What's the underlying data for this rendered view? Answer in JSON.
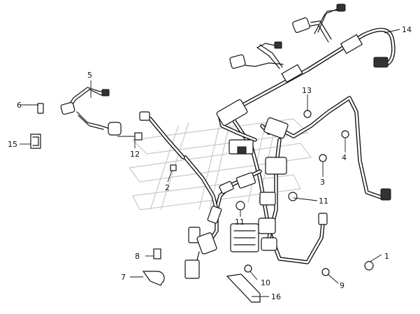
{
  "callouts": [
    {
      "id": "1",
      "label": "1"
    },
    {
      "id": "2",
      "label": "2"
    },
    {
      "id": "3",
      "label": "3"
    },
    {
      "id": "4",
      "label": "4"
    },
    {
      "id": "5",
      "label": "5"
    },
    {
      "id": "6",
      "label": "6"
    },
    {
      "id": "7",
      "label": "7"
    },
    {
      "id": "8",
      "label": "8"
    },
    {
      "id": "9",
      "label": "9"
    },
    {
      "id": "10",
      "label": "10"
    },
    {
      "id": "11a",
      "label": "11"
    },
    {
      "id": "11b",
      "label": "11"
    },
    {
      "id": "12",
      "label": "12"
    },
    {
      "id": "13",
      "label": "13"
    },
    {
      "id": "14",
      "label": "14"
    },
    {
      "id": "15",
      "label": "15"
    },
    {
      "id": "16",
      "label": "16"
    }
  ],
  "colors": {
    "line": "#111111",
    "watermark": "#c8c8c8",
    "background": "#ffffff"
  }
}
